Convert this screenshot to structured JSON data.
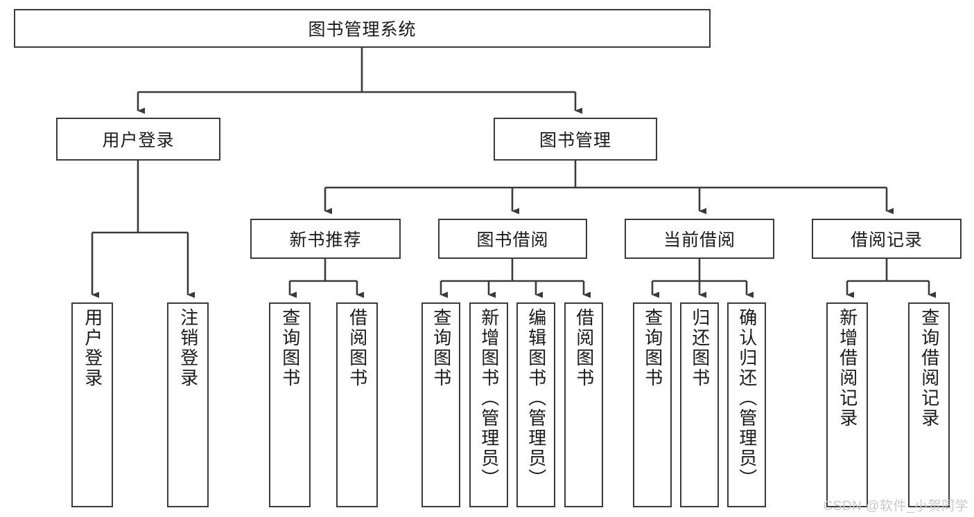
{
  "diagram": {
    "title": "图书管理系统",
    "type": "tree-hierarchy-diagram",
    "root": {
      "label": "图书管理系统"
    },
    "level2": [
      {
        "label": "用户登录"
      },
      {
        "label": "图书管理"
      }
    ],
    "level3": [
      {
        "label": "新书推荐"
      },
      {
        "label": "图书借阅"
      },
      {
        "label": "当前借阅"
      },
      {
        "label": "借阅记录"
      }
    ],
    "leaves": {
      "user_login": [
        {
          "label": "用户登录"
        },
        {
          "label": "注销登录"
        }
      ],
      "new_book_recommend": [
        {
          "label": "查询图书"
        },
        {
          "label": "借阅图书"
        }
      ],
      "book_borrow": [
        {
          "label": "查询图书"
        },
        {
          "label": "新增图书（管理员）"
        },
        {
          "label": "编辑图书（管理员）"
        },
        {
          "label": "借阅图书"
        }
      ],
      "current_borrow": [
        {
          "label": "查询图书"
        },
        {
          "label": "归还图书"
        },
        {
          "label": "确认归还（管理员）"
        }
      ],
      "borrow_record": [
        {
          "label": "新增借阅记录"
        },
        {
          "label": "查询借阅记录"
        }
      ]
    }
  },
  "watermark": {
    "text": "CSDN @软件_小贺同学"
  },
  "colors": {
    "border": "#3a3a3a",
    "background": "#ffffff",
    "text": "#1a1a1a",
    "watermark": "#c9c9c9"
  }
}
